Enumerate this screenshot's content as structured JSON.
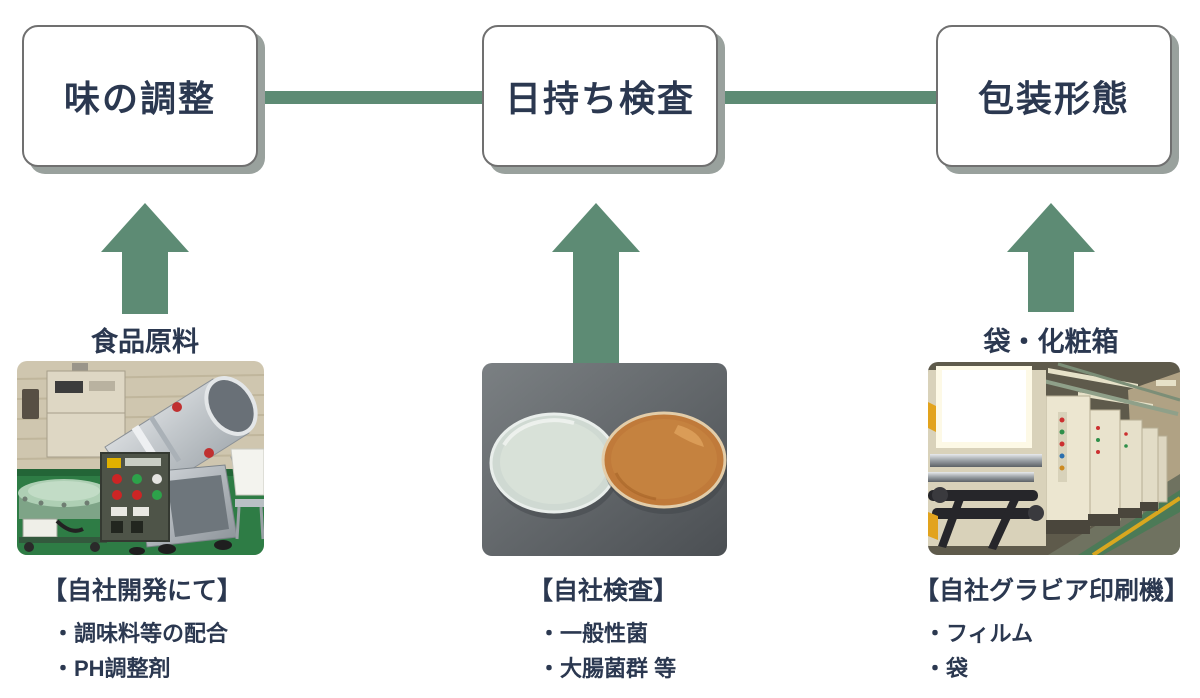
{
  "colors": {
    "accent_green": "#5D8B74",
    "text_navy": "#2B3850",
    "box_border": "#707070",
    "box_shadow_gray": "#99A19D"
  },
  "process_boxes": [
    {
      "label": "味の調整"
    },
    {
      "label": "日持ち検査"
    },
    {
      "label": "包装形態"
    }
  ],
  "columns": [
    {
      "input_label": "食品原料",
      "caption": {
        "title": "【自社開発にて】",
        "bullets": [
          "・調味料等の配合",
          "・PH調整剤"
        ]
      }
    },
    {
      "caption": {
        "title": "【自社検査】",
        "bullets": [
          "・一般性菌",
          "・大腸菌群 等"
        ]
      }
    },
    {
      "input_label": "袋・化粧箱",
      "caption": {
        "title": "【自社グラビア印刷機】",
        "bullets": [
          "・フィルム",
          "・袋"
        ]
      }
    }
  ]
}
